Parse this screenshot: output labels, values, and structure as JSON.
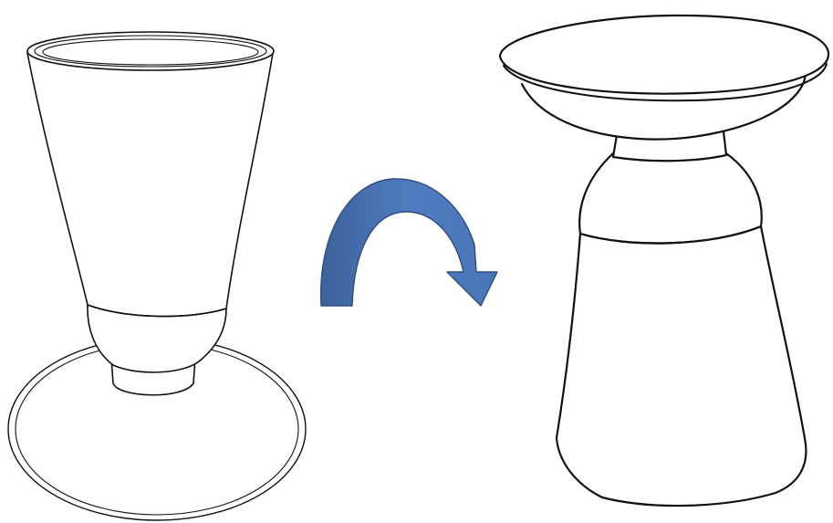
{
  "figure": {
    "left_object": {
      "icon": "upright-vase-on-round-base"
    },
    "arrow": {
      "icon": "curved-flip-arrow",
      "fill": "#4a74b3",
      "outline": "#2e4d80",
      "direction": "left-to-right"
    },
    "right_object": {
      "icon": "inverted-side-table"
    },
    "line_color": "#111111",
    "background": "#ffffff"
  }
}
